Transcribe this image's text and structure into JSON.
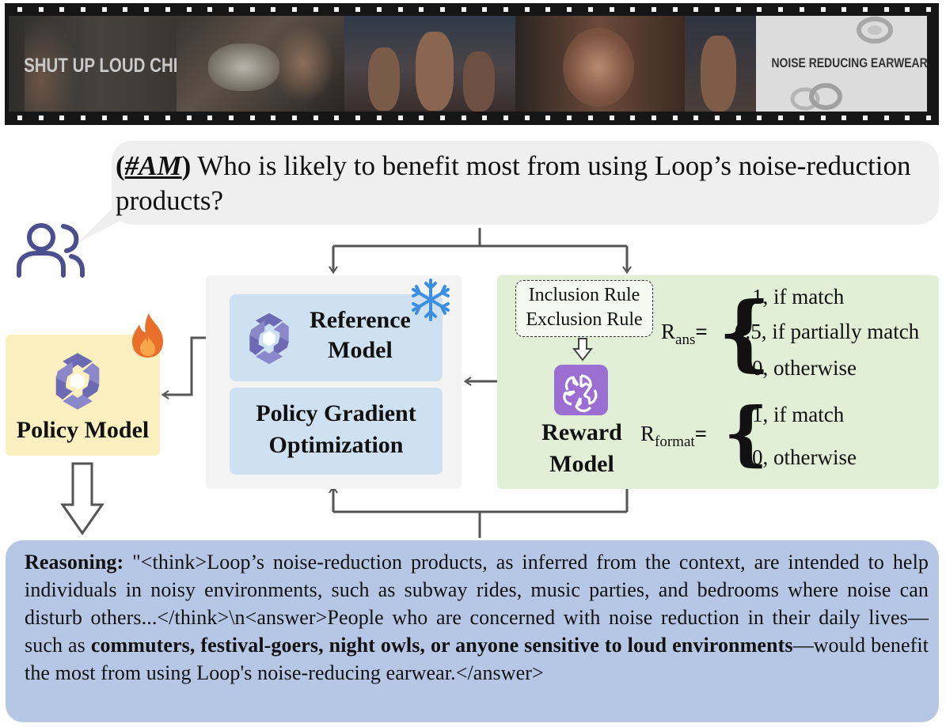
{
  "filmstrip": {
    "frames": [
      {
        "caption": "SHUT UP LOUD CHEWING"
      },
      {
        "caption": ""
      },
      {
        "caption": ""
      },
      {
        "caption": ""
      },
      {
        "caption": ""
      },
      {
        "caption": "NOISE REDUCING EARWEAR"
      }
    ]
  },
  "question": {
    "tag_open": "(",
    "tag": "#AM",
    "tag_close": ")",
    "text": " Who is likely to benefit most from using Loop’s noise-reduction products?"
  },
  "policy_model": {
    "label": "Policy Model",
    "icon": "fire-icon"
  },
  "reference_model": {
    "label_line1": "Reference",
    "label_line2": "Model",
    "icon": "snowflake-icon"
  },
  "policy_gradient": {
    "label_line1": "Policy Gradient",
    "label_line2": "Optimization"
  },
  "reward_model": {
    "label_line1": "Reward",
    "label_line2": "Model",
    "inclusion_rule": "Inclusion Rule",
    "exclusion_rule": "Exclusion Rule"
  },
  "formulas": {
    "r_ans": {
      "symbol": "R",
      "subscript": "ans",
      "equals": "=",
      "cases": [
        "1, if match",
        "0.5, if partially match",
        "0, otherwise"
      ]
    },
    "r_format": {
      "symbol": "R",
      "subscript": "format",
      "equals": "=",
      "cases": [
        "1, if match",
        "0, otherwise"
      ]
    }
  },
  "reasoning": {
    "label": "Reasoning:",
    "text_part1": " \"<think>Loop’s noise-reduction products, as inferred from the context, are intended to help individuals in noisy environments, such as subway rides, music parties, and bedrooms where noise can disturb others...</think>\\n<answer>People who are concerned with noise reduction in their daily lives—such as ",
    "text_bold": "commuters, festival-goers, night owls, or anyone sensitive to loud environments",
    "text_part2": "—would benefit the most from using Loop's noise-reducing earwear.</answer>"
  },
  "colors": {
    "policy_box": "#fdf0c0",
    "center_panel": "#f3f3f3",
    "model_box": "#cfe0f1",
    "reward_panel": "#e2efd7",
    "reasoning_box": "#b6c7e6",
    "question_bubble": "#efefef",
    "model_logo": "#6b6ab3",
    "openai_logo": "#9b6fd1",
    "user_icon": "#4b4f8f",
    "arrow": "#555555"
  }
}
